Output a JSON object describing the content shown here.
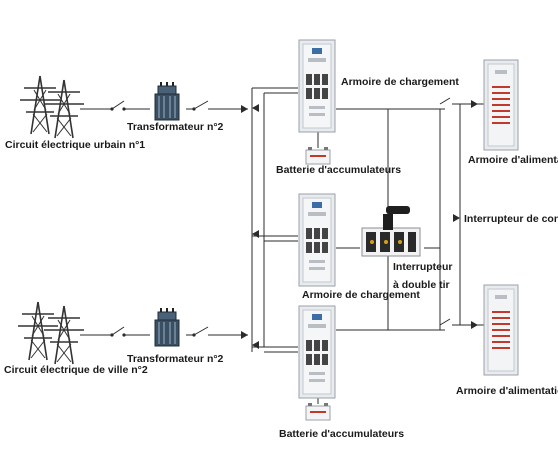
{
  "labels": {
    "city1": "Circuit électrique urbain n°1",
    "transformer1": "Transformateur n°2",
    "cabinet_charge_top": "Armoire de chargement",
    "battery_top": "Batterie d'accumulateurs",
    "cabinet_supply_top": "Armoire d'alimentation",
    "contact_switch": "Interrupteur de contact",
    "double_switch_1": "Interrupteur",
    "double_switch_2": "à double tir",
    "cabinet_charge_mid": "Armoire de chargement",
    "city2": "Circuit électrique de ville n°2",
    "transformer2": "Transformateur n°2",
    "cabinet_supply_bottom": "Armoire d'alimentation",
    "battery_bottom": "Batterie d'accumulateurs"
  },
  "colors": {
    "line": "#2b2b2b",
    "cabinet": "#e9ecef",
    "cabinet_edge": "#9aa1a8",
    "transformer": "#3b4f63",
    "red_indicator": "#c0392b"
  }
}
